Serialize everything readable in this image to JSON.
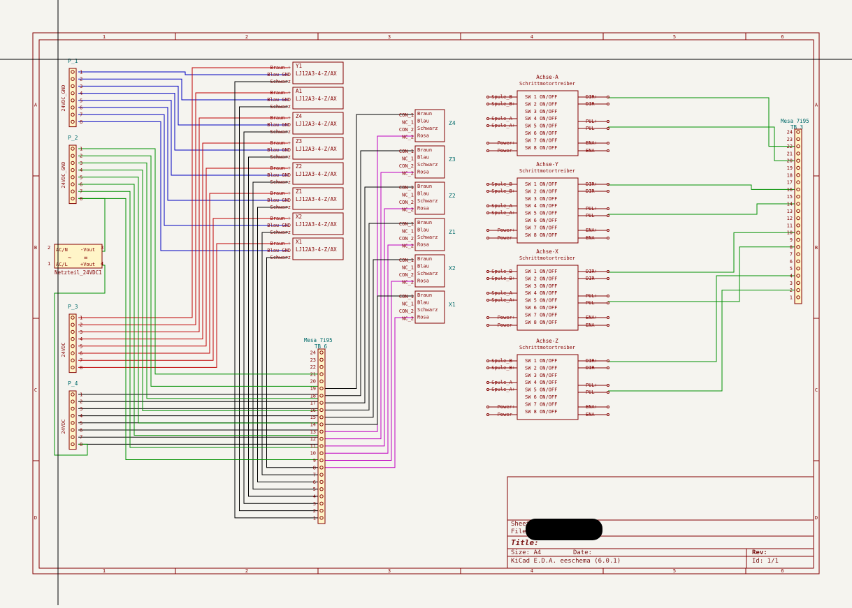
{
  "frame": {
    "columns": [
      "1",
      "2",
      "3",
      "4",
      "5",
      "6"
    ],
    "rows": [
      "A",
      "B",
      "C",
      "D"
    ]
  },
  "colors": {
    "red": "#c00000",
    "blue": "#0000c0",
    "green": "#009000",
    "black": "#000000",
    "magenta": "#c000c0",
    "part": "#840000",
    "teal": "#006a6a"
  },
  "connectors": [
    {
      "ref": "P_1",
      "value": "24VDC_GND",
      "pins": [
        "1",
        "2",
        "3",
        "4",
        "5",
        "6",
        "7",
        "8"
      ]
    },
    {
      "ref": "P_2",
      "value": "24VDC_GND",
      "pins": [
        "1",
        "2",
        "3",
        "4",
        "5",
        "6",
        "7",
        "8"
      ]
    },
    {
      "ref": "P_3",
      "value": "24VDC",
      "pins": [
        "1",
        "2",
        "3",
        "4",
        "5",
        "6",
        "7",
        "8"
      ]
    },
    {
      "ref": "P_4",
      "value": "24VDC",
      "pins": [
        "1",
        "2",
        "3",
        "4",
        "5",
        "6",
        "7",
        "8"
      ]
    }
  ],
  "psu": {
    "ref": "Netzteil_24VDC1",
    "pins": [
      "2",
      "1",
      "3",
      "4"
    ],
    "labels": [
      "AC/N",
      "AC/L",
      "-Vout",
      "+Vout"
    ]
  },
  "sensors": [
    {
      "ref": "Y1",
      "part": "LJ12A3-4-Z/AX"
    },
    {
      "ref": "A1",
      "part": "LJ12A3-4-Z/AX"
    },
    {
      "ref": "Z4",
      "part": "LJ12A3-4-Z/AX"
    },
    {
      "ref": "Z3",
      "part": "LJ12A3-4-Z/AX"
    },
    {
      "ref": "Z2",
      "part": "LJ12A3-4-Z/AX"
    },
    {
      "ref": "Z1",
      "part": "LJ12A3-4-Z/AX"
    },
    {
      "ref": "X2",
      "part": "LJ12A3-4-Z/AX"
    },
    {
      "ref": "X1",
      "part": "LJ12A3-4-Z/AX"
    }
  ],
  "sensor_pins": [
    "Braun +",
    "Blau GND",
    "Schwarz"
  ],
  "switches": [
    {
      "ref": "Z4"
    },
    {
      "ref": "Z3"
    },
    {
      "ref": "Z2"
    },
    {
      "ref": "Z1"
    },
    {
      "ref": "X2"
    },
    {
      "ref": "X1"
    }
  ],
  "switch_pins": [
    "CON_1",
    "NC_1",
    "CON_2",
    "NC_2"
  ],
  "switch_wires": [
    "Braun",
    "Blau",
    "Schwarz",
    "Rosa"
  ],
  "tb6": {
    "title": "Mesa 7i95",
    "ref": "TB_6",
    "pins": [
      "24",
      "23",
      "22",
      "21",
      "20",
      "19",
      "18",
      "17",
      "16",
      "15",
      "14",
      "13",
      "12",
      "11",
      "10",
      "9",
      "8",
      "7",
      "6",
      "5",
      "4",
      "3",
      "2",
      "1"
    ]
  },
  "tb3": {
    "title": "Mesa 7i95",
    "ref": "TB_3",
    "pins": [
      "24",
      "23",
      "22",
      "21",
      "20",
      "19",
      "18",
      "17",
      "16",
      "15",
      "14",
      "13",
      "12",
      "11",
      "10",
      "9",
      "8",
      "7",
      "6",
      "5",
      "4",
      "3",
      "2",
      "1"
    ]
  },
  "drivers": [
    {
      "title": "Achse-A",
      "subtitle": "Schrittmotortreiber"
    },
    {
      "title": "Achse-Y",
      "subtitle": "Schrittmotortreiber"
    },
    {
      "title": "Achse-X",
      "subtitle": "Schrittmotortreiber"
    },
    {
      "title": "Achse-Z",
      "subtitle": "Schrittmotortreiber"
    }
  ],
  "driver_left": [
    "Spule_B-",
    "Spule_B+",
    "Spule_A-",
    "Spule_A+",
    "Power+",
    "Power-"
  ],
  "driver_sw": [
    "SW   1   ON/OFF",
    "SW   2   ON/OFF",
    "SW   3   ON/OFF",
    "SW   4   ON/OFF",
    "SW   5   ON/OFF",
    "SW   6   ON/OFF",
    "SW   7   ON/OFF",
    "SW   8   ON/OFF"
  ],
  "driver_right": [
    "DIR+",
    "DIR-",
    "PUL+",
    "PUL-",
    "ENA+",
    "ENA-"
  ],
  "titleblock": {
    "sheet_label": "Sheet:",
    "file_label": "File:",
    "title_label": "Title:",
    "size": "Size: A4",
    "date": "Date:",
    "rev": "Rev:",
    "tool": "KiCad E.D.A.  eeschema (6.0.1)",
    "id": "Id: 1/1"
  }
}
